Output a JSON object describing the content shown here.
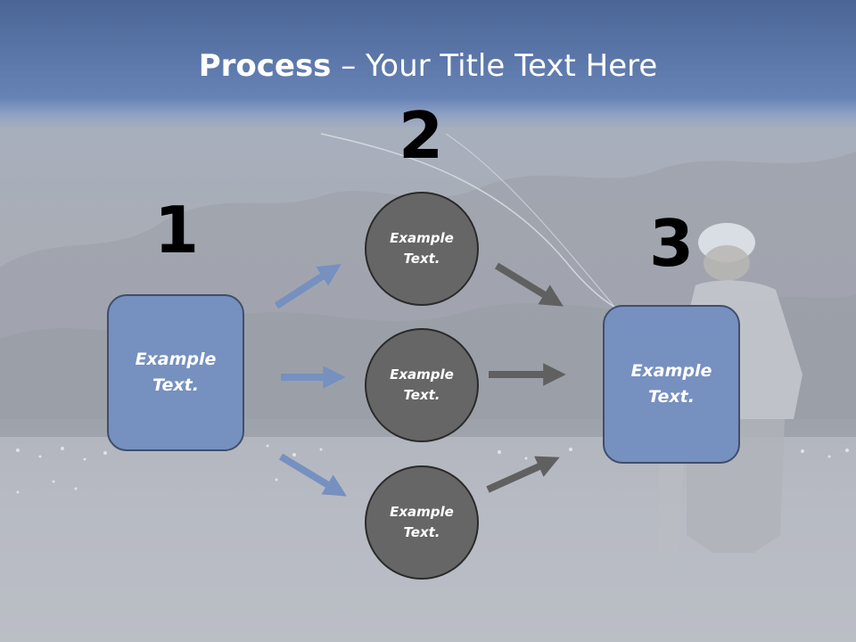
{
  "slide": {
    "title_bold": "Process",
    "title_rest": " – Your Title Text Here",
    "steps": [
      {
        "number": "1",
        "text": "Example Text."
      },
      {
        "number": "2",
        "circles": [
          "Example Text.",
          "Example Text.",
          "Example Text."
        ]
      },
      {
        "number": "3",
        "text": "Example Text."
      }
    ]
  },
  "colors": {
    "box_fill": "#7690c0",
    "circle_fill": "#666666",
    "arrow_blue": "#7690c0",
    "arrow_gray": "#606060",
    "title_band": "#5b77aa"
  }
}
